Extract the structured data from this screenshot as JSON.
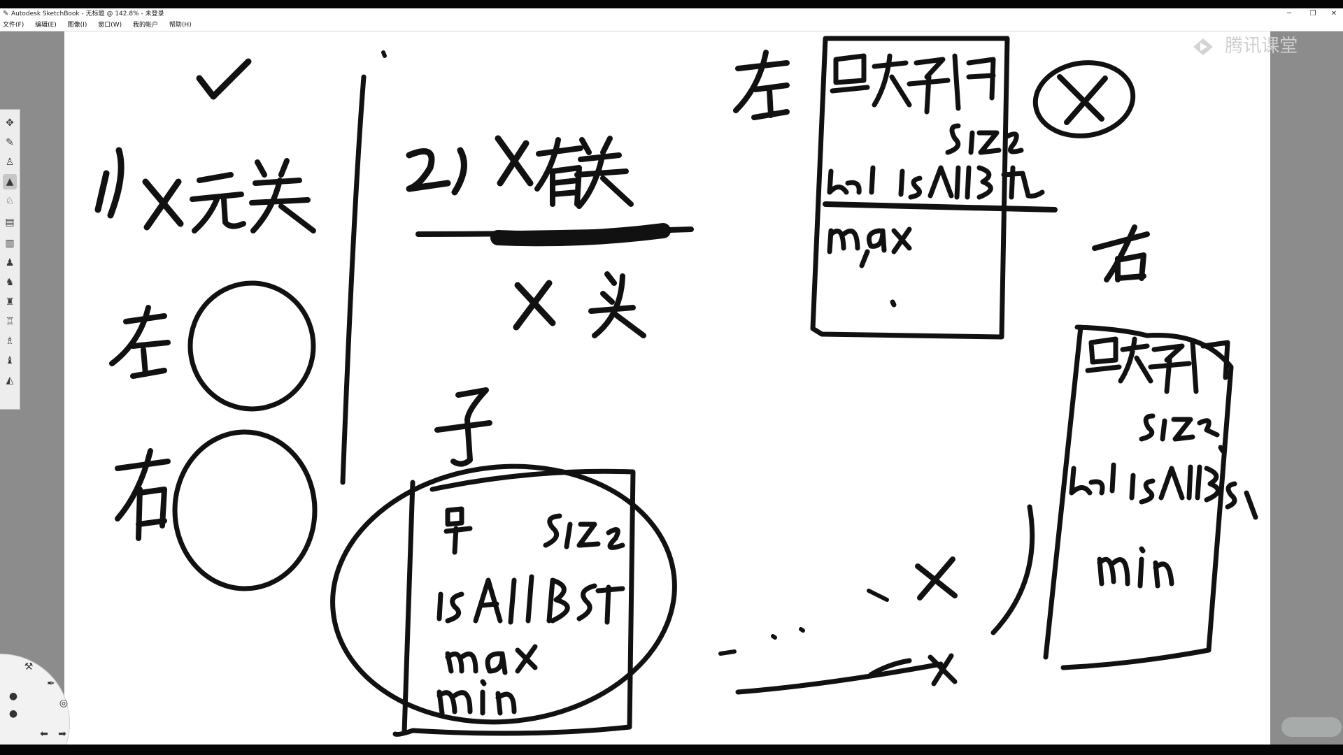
{
  "window": {
    "title": "Autodesk SketchBook - 无标题 @ 142.8% - 未登录",
    "controls": [
      "─",
      "❐",
      "✕"
    ]
  },
  "menu": [
    "文件(F)",
    "编辑(E)",
    "图像(I)",
    "窗口(W)",
    "我的帐户",
    "帮助(H)"
  ],
  "watermark": "腾讯课堂",
  "toolbar": {
    "tools": [
      "transform-icon",
      "pencil-icon",
      "ink-pen-icon",
      "marker-icon",
      "airbrush-icon",
      "chisel-icon",
      "brush-icon",
      "paint-icon",
      "pen-icon",
      "felt-icon",
      "smudge-icon",
      "eraser-icon",
      "fill-icon",
      "soft-brush-icon"
    ],
    "active_tool": "marker-icon"
  },
  "colors": {
    "canvas": "#ffffff",
    "gutter": "#8c8c8c",
    "ink": "#111111"
  }
}
